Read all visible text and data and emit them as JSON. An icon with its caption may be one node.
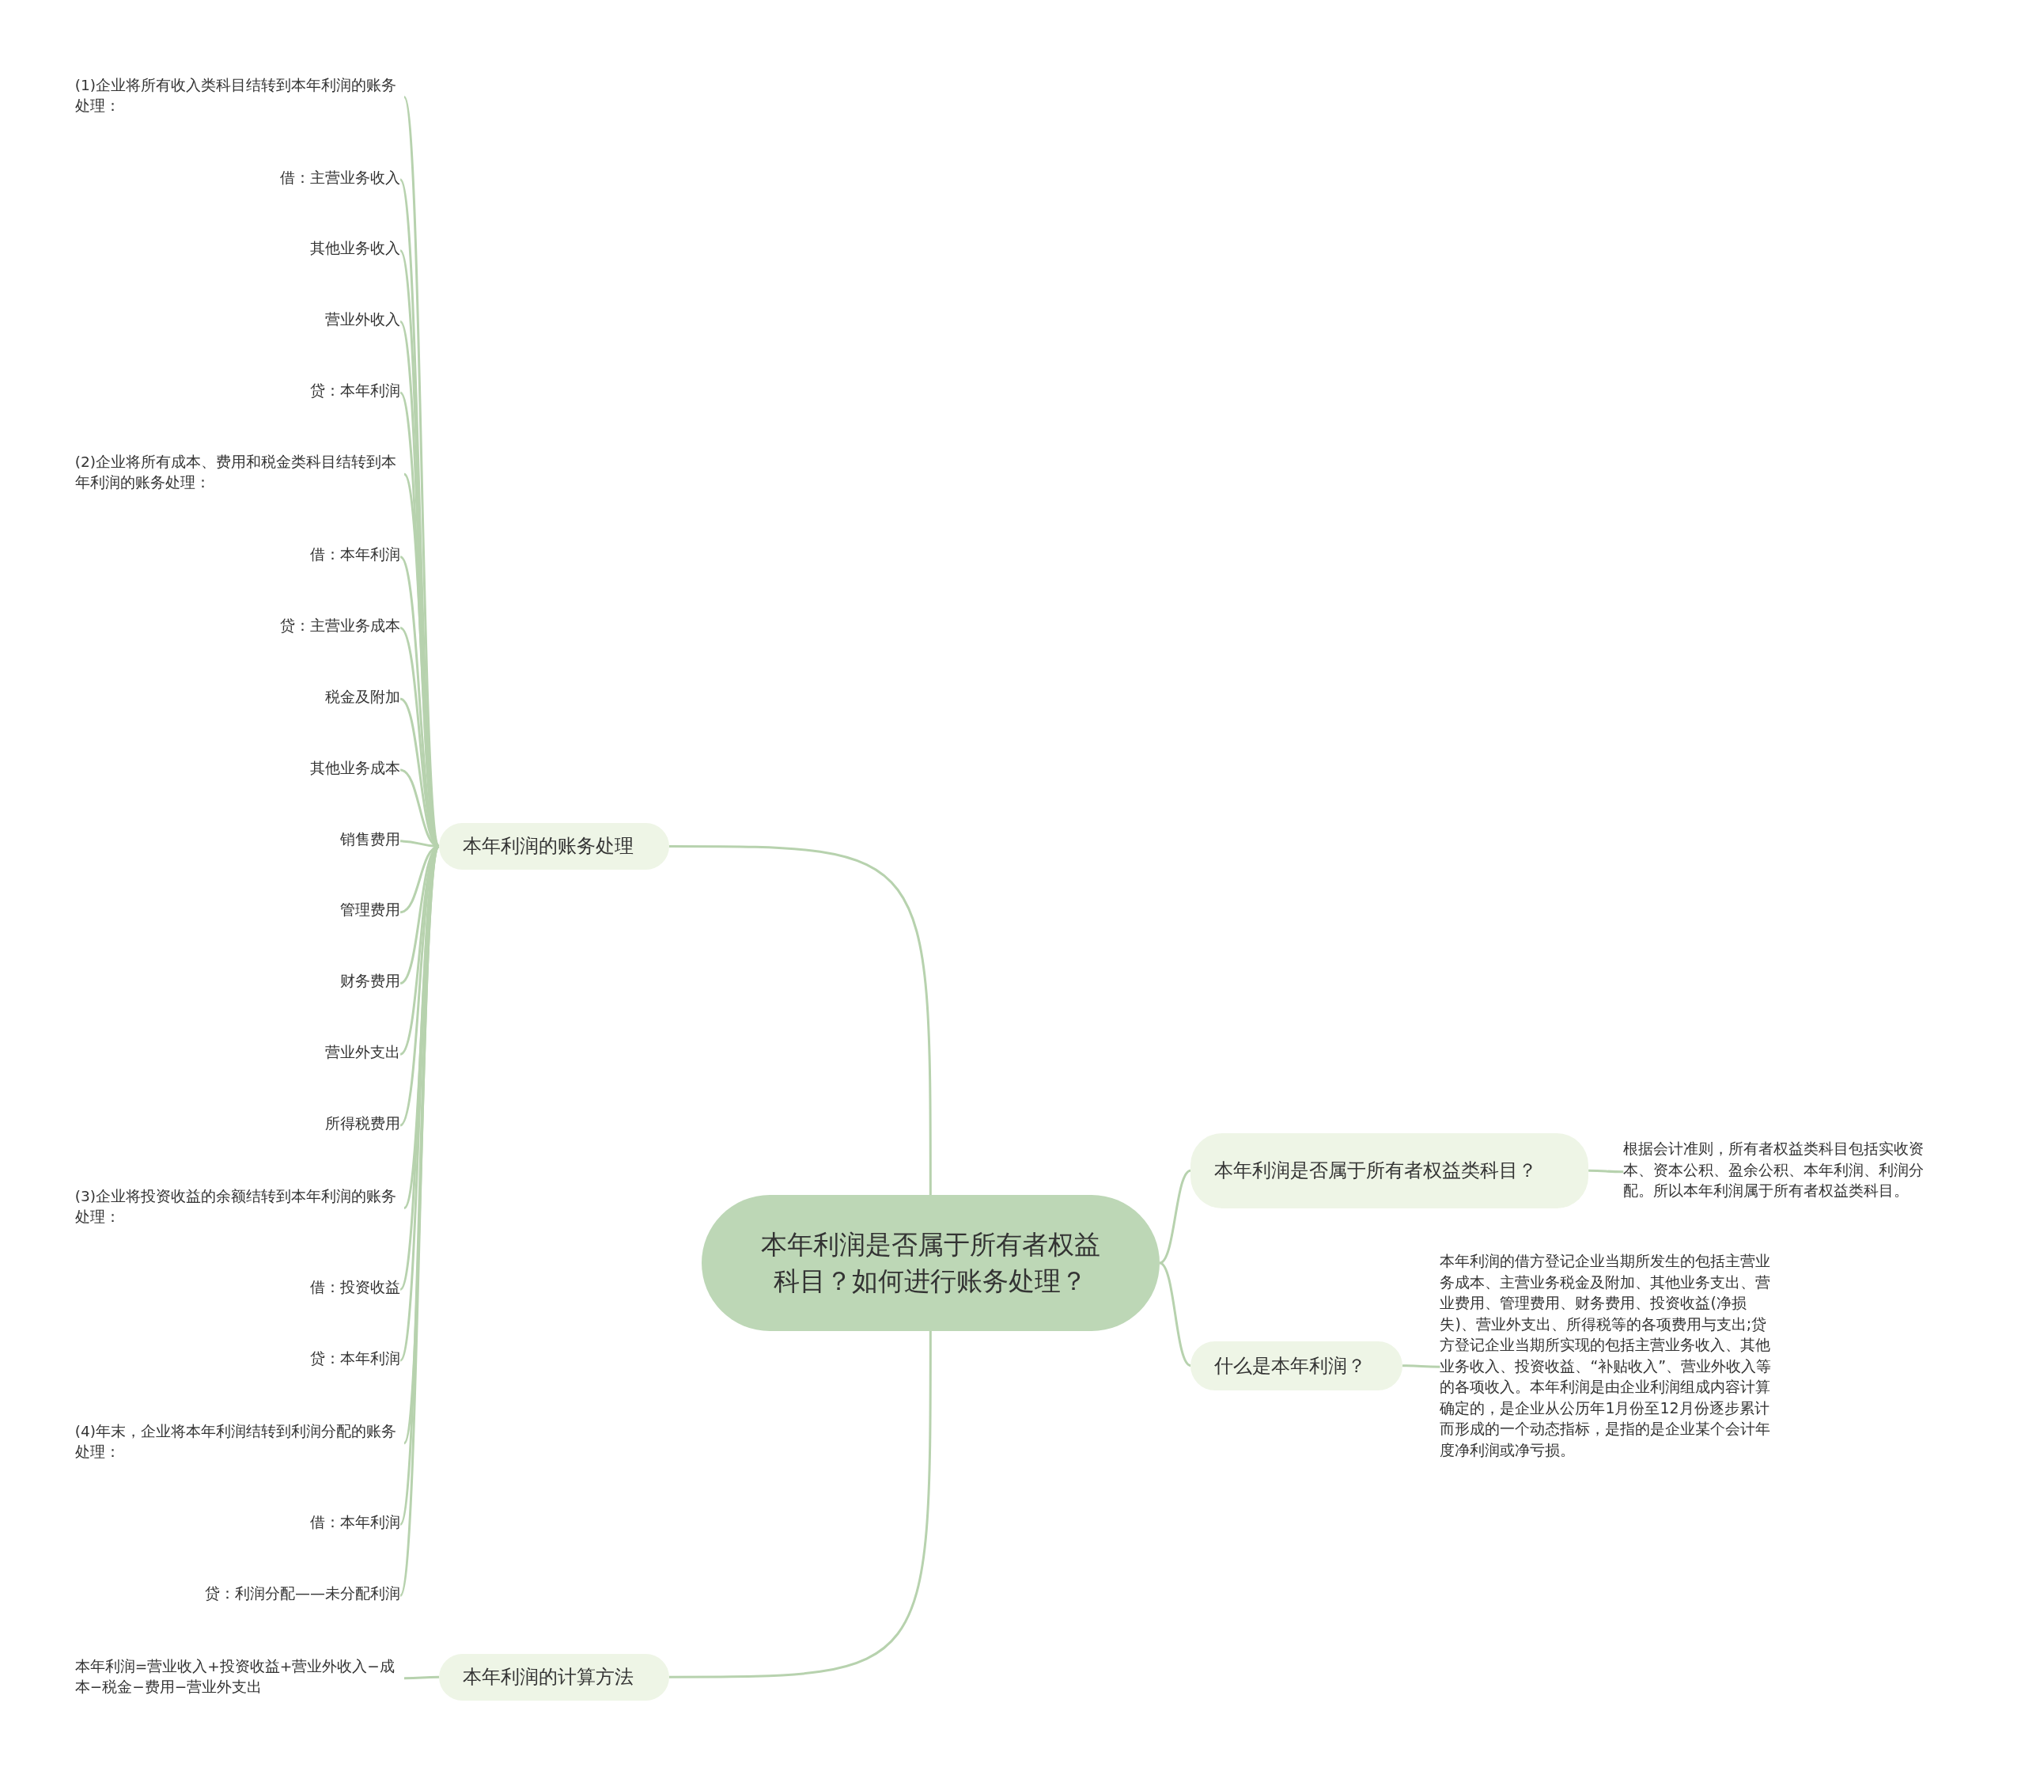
{
  "diagram": {
    "nodes": [
      {
        "text": [
          "本年利润是否属于所有者权益科目？如何进行账务处理？"
        ]
      },
      {
        "text": [
          "本年利润的账务处理"
        ]
      },
      {
        "text": [
          "(1)企业将所有收入类科目结转到本年利润的账务处理："
        ]
      },
      {
        "text": [
          "借：主营业务收入"
        ]
      },
      {
        "text": [
          "其他业务收入"
        ]
      },
      {
        "text": [
          "营业外收入"
        ]
      },
      {
        "text": [
          "贷：本年利润"
        ]
      },
      {
        "text": [
          "(2)企业将所有成本、费用和税金类科目结转到本年利润的账务处理："
        ]
      },
      {
        "text": [
          "借：本年利润"
        ]
      },
      {
        "text": [
          "贷：主营业务成本"
        ]
      },
      {
        "text": [
          "税金及附加"
        ]
      },
      {
        "text": [
          "其他业务成本"
        ]
      },
      {
        "text": [
          "销售费用"
        ]
      },
      {
        "text": [
          "管理费用"
        ]
      },
      {
        "text": [
          "财务费用"
        ]
      },
      {
        "text": [
          "营业外支出"
        ]
      },
      {
        "text": [
          "所得税费用"
        ]
      },
      {
        "text": [
          "(3)企业将投资收益的余额结转到本年利润的账务处理："
        ]
      },
      {
        "text": [
          "借：投资收益"
        ]
      },
      {
        "text": [
          "贷：本年利润"
        ]
      },
      {
        "text": [
          "(4)年末，企业将本年利润结转到利润分配的账务处理："
        ]
      },
      {
        "text": [
          "借：本年利润"
        ]
      },
      {
        "text": [
          "贷：利润分配——未分配利润"
        ]
      },
      {
        "text": [
          "本年利润的计算方法"
        ]
      },
      {
        "text": [
          "本年利润=营业收入+投资收益+营业外收入−成本−税金−费用−营业外支出"
        ]
      },
      {
        "text": [
          "本年利润是否属于所有者权益类科目？"
        ]
      },
      {
        "text": [
          "根据会计准则，所有者权益类科目包括实收资本、资本公积、盈余公积、本年利润、利润分配。所以本年利润属于所有者权益类科目。"
        ]
      },
      {
        "text": [
          "什么是本年利润？"
        ]
      },
      {
        "text": [
          "本年利润的借方登记企业当期所发生的包括主营业务成本、主营业务税金及附加、其他业务支出、营业费用、管理费用、财务费用、投资收益(净损失)、营业外支出、所得税等的各项费用与支出;贷方登记企业当期所实现的包括主营业务收入、其他业务收入、投资收益、“补贴收入”、营业外收入等的各项收入。本年利润是由企业利润组成内容计算确定的，是企业从公历年1月份至12月份逐步累计而形成的一个动态指标，是指的是企业某个会计年度净利润或净亏损。"
        ]
      }
    ],
    "edges": [
      {
        "from": 0,
        "to": 1,
        "arrow": "none"
      },
      {
        "from": 1,
        "to": 2,
        "arrow": "none"
      },
      {
        "from": 1,
        "to": 3,
        "arrow": "none"
      },
      {
        "from": 1,
        "to": 4,
        "arrow": "none"
      },
      {
        "from": 1,
        "to": 5,
        "arrow": "none"
      },
      {
        "from": 1,
        "to": 6,
        "arrow": "none"
      },
      {
        "from": 1,
        "to": 7,
        "arrow": "none"
      },
      {
        "from": 1,
        "to": 8,
        "arrow": "none"
      },
      {
        "from": 1,
        "to": 9,
        "arrow": "none"
      },
      {
        "from": 1,
        "to": 10,
        "arrow": "none"
      },
      {
        "from": 1,
        "to": 11,
        "arrow": "none"
      },
      {
        "from": 1,
        "to": 12,
        "arrow": "none"
      },
      {
        "from": 1,
        "to": 13,
        "arrow": "none"
      },
      {
        "from": 1,
        "to": 14,
        "arrow": "none"
      },
      {
        "from": 1,
        "to": 15,
        "arrow": "none"
      },
      {
        "from": 1,
        "to": 16,
        "arrow": "none"
      },
      {
        "from": 1,
        "to": 17,
        "arrow": "none"
      },
      {
        "from": 1,
        "to": 18,
        "arrow": "none"
      },
      {
        "from": 1,
        "to": 19,
        "arrow": "none"
      },
      {
        "from": 1,
        "to": 20,
        "arrow": "none"
      },
      {
        "from": 1,
        "to": 21,
        "arrow": "none"
      },
      {
        "from": 1,
        "to": 22,
        "arrow": "none"
      },
      {
        "from": 0,
        "to": 23,
        "arrow": "none"
      },
      {
        "from": 23,
        "to": 24,
        "arrow": "none"
      },
      {
        "from": 0,
        "to": 25,
        "arrow": "none"
      },
      {
        "from": 25,
        "to": 26,
        "arrow": "none"
      },
      {
        "from": 0,
        "to": 27,
        "arrow": "none"
      },
      {
        "from": 27,
        "to": 28,
        "arrow": "none"
      }
    ]
  }
}
